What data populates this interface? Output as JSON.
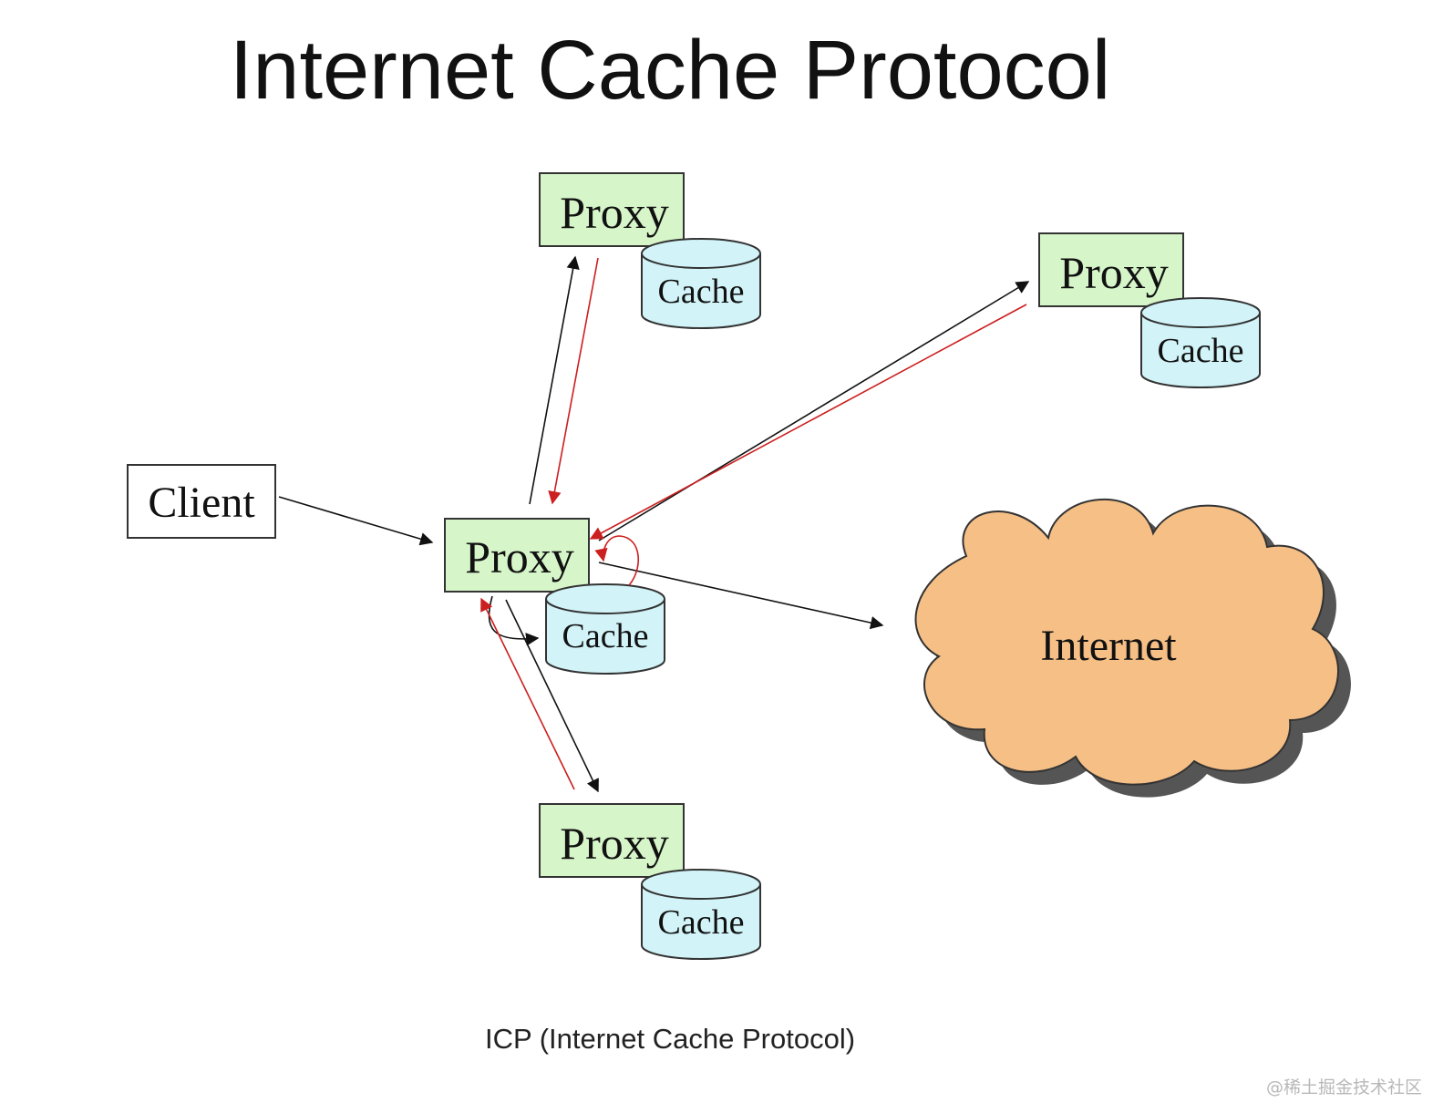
{
  "title": "Internet Cache Protocol",
  "client_label": "Client",
  "proxy_label": "Proxy",
  "cache_label": "Cache",
  "internet_label": "Internet",
  "caption": "ICP (Internet Cache Protocol)",
  "watermark": "@稀土掘金技术社区",
  "colors": {
    "proxy_fill": "#d6f5c9",
    "cache_fill": "#d2f4f8",
    "cloud_fill": "#f5bf86",
    "cloud_shadow": "#555555",
    "request_arrow": "#111111",
    "reply_arrow": "#cc1f1f"
  }
}
